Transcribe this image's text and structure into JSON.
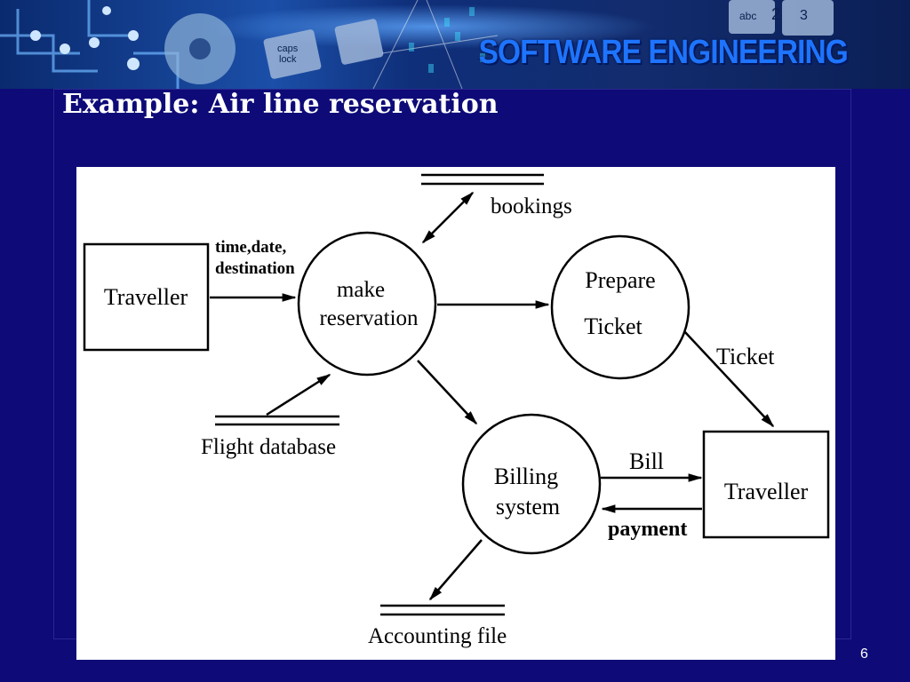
{
  "header": {
    "brand": "SOFTWARE ENGINEERING",
    "key_labels": [
      "caps",
      "lock",
      "abc",
      "2",
      "3"
    ]
  },
  "slide": {
    "title": "Example: Air line reservation",
    "page_number": "6"
  },
  "diagram": {
    "entities": {
      "traveller_source": "Traveller",
      "traveller_sink": "Traveller"
    },
    "processes": {
      "make_reservation": [
        "make",
        "reservation"
      ],
      "prepare_ticket": [
        "Prepare",
        "Ticket"
      ],
      "billing_system": [
        "Billing",
        "system"
      ]
    },
    "stores": {
      "bookings": "bookings",
      "flight_database": "Flight database",
      "accounting_file": "Accounting file"
    },
    "flows": {
      "request": [
        "time,date,",
        "destination"
      ],
      "ticket": "Ticket",
      "bill": "Bill",
      "payment": "payment"
    }
  },
  "colors": {
    "slide_background": "#0e0b78",
    "brand_text": "#1e74ff",
    "figure_background": "#ffffff"
  }
}
